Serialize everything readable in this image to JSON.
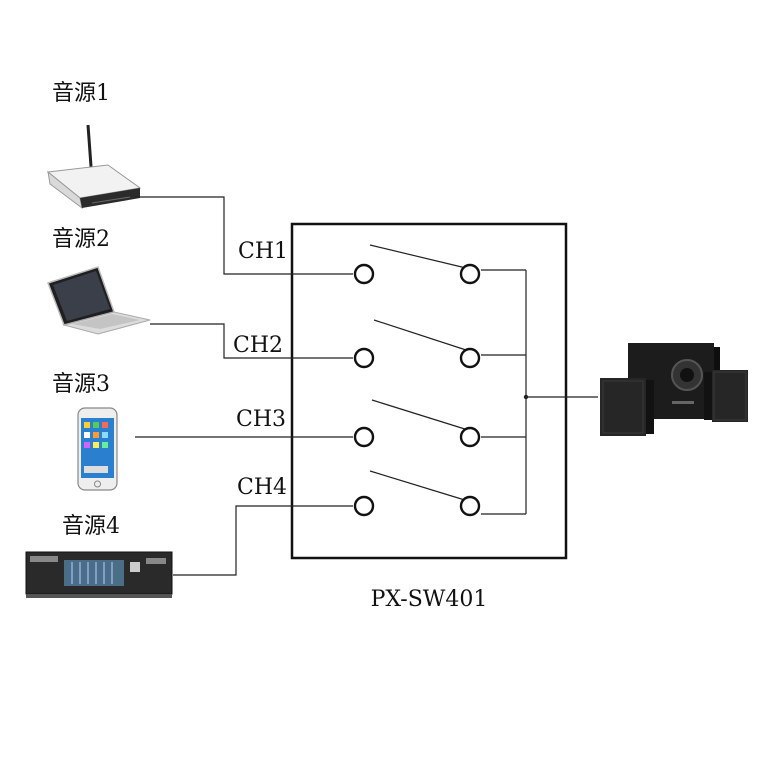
{
  "sources": [
    {
      "label": "音源1",
      "device": "router-icon"
    },
    {
      "label": "音源2",
      "device": "laptop-icon"
    },
    {
      "label": "音源3",
      "device": "smartphone-icon"
    },
    {
      "label": "音源4",
      "device": "rack-mixer-icon"
    }
  ],
  "channels": [
    "CH1",
    "CH2",
    "CH3",
    "CH4"
  ],
  "switch_box": {
    "model": "PX-SW401"
  },
  "output": {
    "device": "speaker-system-icon"
  },
  "colors": {
    "line": "#222222",
    "background": "#ffffff"
  }
}
